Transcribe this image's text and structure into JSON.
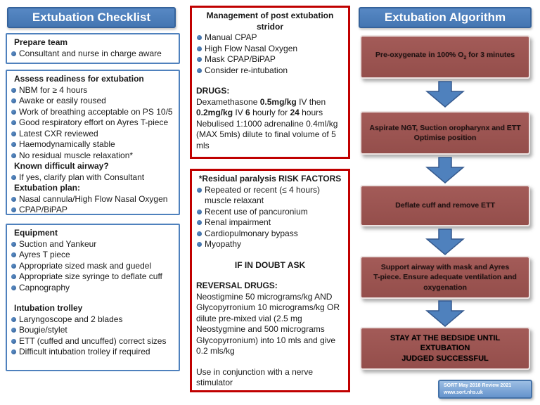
{
  "colors": {
    "accent_blue": "#4a7cba",
    "step_maroon": "#9b5350",
    "alert_border_red": "#c00000"
  },
  "left": {
    "title": "Extubation Checklist",
    "prepare": {
      "heading": "Prepare team",
      "items": [
        "Consultant and nurse in charge aware"
      ]
    },
    "assess": {
      "heading": "Assess readiness for extubation",
      "items": [
        "NBM for ≥ 4 hours",
        "Awake or easily roused",
        "Work of breathing acceptable on PS 10/5",
        "Good respiratory effort on Ayres T-piece",
        "Latest CXR reviewed",
        "Haemodynamically stable",
        "No residual muscle relaxation*"
      ],
      "difficult_heading": "Known difficult airway?",
      "difficult_items": [
        "If yes, clarify plan with Consultant"
      ],
      "plan_heading": "Extubation plan:",
      "plan_items": [
        "Nasal cannula/High Flow Nasal Oxygen",
        "CPAP/BiPAP"
      ]
    },
    "equipment": {
      "heading": "Equipment",
      "items": [
        "Suction and Yankeur",
        "Ayres T piece",
        "Appropriate sized mask and guedel",
        "Appropriate size syringe to deflate cuff",
        "Capnography"
      ],
      "trolley_heading": "Intubation trolley",
      "trolley_items": [
        "Laryngoscope and 2 blades",
        "Bougie/stylet",
        "ETT (cuffed and uncuffed) correct sizes",
        "Difficult intubation trolley if required"
      ]
    }
  },
  "middle": {
    "stridor": {
      "title": "Management of post extubation stridor",
      "items": [
        "Manual CPAP",
        "High Flow Nasal Oxygen",
        "Mask CPAP/BiPAP",
        "Consider re-intubation"
      ],
      "drugs_heading": "DRUGS:",
      "dex_runs": [
        {
          "t": "Dexamethasone "
        },
        {
          "t": "0.5mg/kg"
        },
        {
          "t": " IV then "
        },
        {
          "t": "0.2mg/kg"
        },
        {
          "t": " IV "
        },
        {
          "t": "6"
        },
        {
          "t": " hourly for "
        },
        {
          "t": "24"
        },
        {
          "t": " hours"
        }
      ],
      "nebulised": "Nebulised 1:1000 adrenaline 0.4ml/kg (MAX 5mls) dilute to final volume of 5 mls"
    },
    "paralysis": {
      "title": "*Residual paralysis RISK FACTORS",
      "items": [
        "Repeated or recent (≤ 4 hours) muscle relaxant",
        "Recent use of pancuronium",
        "Renal impairment",
        "Cardiopulmonary bypass",
        "Myopathy"
      ],
      "doubt": "IF IN DOUBT ASK",
      "reversal_heading": "REVERSAL DRUGS:",
      "reversal_text": "Neostigmine 50 micrograms/kg AND Glycopyrronium 10 micrograms/kg OR dilute pre-mixed vial (2.5 mg Neostygmine and 500 micrograms Glycopyrronium) into 10 mls and give 0.2 mls/kg",
      "note": "Use in conjunction  with a nerve stimulator"
    }
  },
  "algorithm": {
    "title": "Extubation Algorithm",
    "step1": {
      "pre": "Pre-oxygenate in 100% O",
      "sub": "2",
      "post": " for 3 minutes"
    },
    "step2": "Aspirate NGT, Suction oropharynx and ETT\nOptimise position",
    "step3": "Deflate cuff and remove ETT",
    "step4": "Support airway with mask and Ayres\nT-piece. Ensure adequate ventilation and\noxygenation",
    "step5": "STAY AT THE BEDSIDE UNTIL EXTUBATION\nJUDGED SUCCESSFUL",
    "footer": {
      "line1": "SORT May 2018 Review 2021",
      "line2": "www.sort.nhs.uk"
    }
  }
}
